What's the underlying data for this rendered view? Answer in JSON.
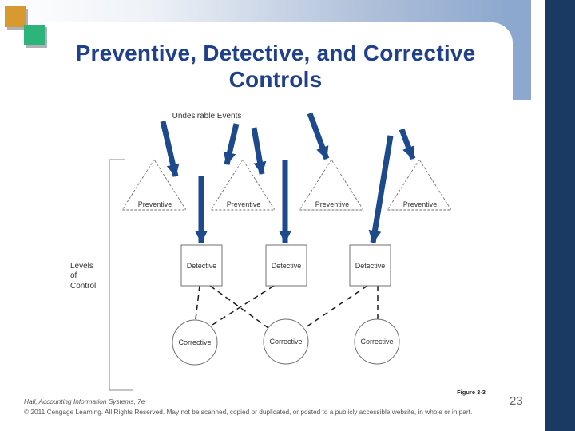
{
  "slide": {
    "title_line1": "Preventive, Detective, and Corrective",
    "title_line2": "Controls",
    "figure_caption": "Figure 3-3",
    "page_number": "23",
    "footer_line1": "Hall, Accounting Information Systems, 7e",
    "footer_line2": "© 2011 Cengage Learning. All Rights Reserved. May not be scanned, copied or duplicated, or posted to a publicly accessible website, in whole or in part."
  },
  "diagram": {
    "top_label": "Undesirable Events",
    "side_label_lines": [
      "Levels",
      "of",
      "Control"
    ],
    "preventive_labels": [
      "Preventive",
      "Preventive",
      "Preventive",
      "Preventive"
    ],
    "detective_labels": [
      "Detective",
      "Detective",
      "Detective"
    ],
    "corrective_labels": [
      "Corrective",
      "Corrective",
      "Corrective"
    ],
    "connections": [
      {
        "from": "Detective 1",
        "to": "Corrective 1"
      },
      {
        "from": "Detective 1",
        "to": "Corrective 2"
      },
      {
        "from": "Detective 2",
        "to": "Corrective 1"
      },
      {
        "from": "Detective 3",
        "to": "Corrective 2"
      },
      {
        "from": "Detective 3",
        "to": "Corrective 3"
      }
    ],
    "event_arrow_count": 8
  },
  "colors": {
    "title_text": "#20408C",
    "arrow": "#1C4A8C",
    "navy_bar": "#1A3A64",
    "steel_band": "#8CA8CE",
    "orange_square": "#D69A30",
    "green_square": "#2DB47A",
    "shape_outline": "#6f6f6f",
    "diagram_text": "#333333",
    "footer_text": "#555555"
  }
}
